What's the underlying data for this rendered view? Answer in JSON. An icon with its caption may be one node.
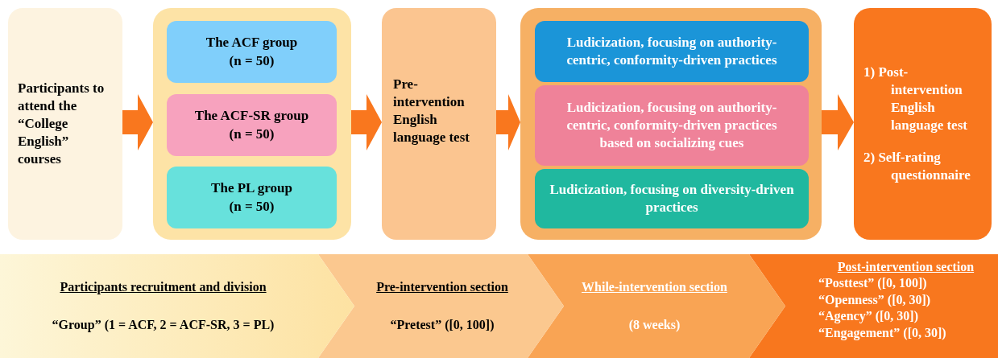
{
  "diagram": {
    "nodes": [
      {
        "text": [
          "Participants to attend the “College English” courses"
        ]
      },
      {
        "text": [],
        "shape": "box"
      },
      {
        "text": [
          "The ACF group",
          "(n = 50)"
        ],
        "in": 1
      },
      {
        "text": [
          "The ACF-SR group",
          "(n = 50)"
        ],
        "in": 1
      },
      {
        "text": [
          "The PL group",
          "(n = 50)"
        ],
        "in": 1
      },
      {
        "text": [
          "Pre-intervention English language test"
        ]
      },
      {
        "text": [],
        "shape": "box"
      },
      {
        "text": [
          "Ludicization, focusing on authority-centric, conformity-driven practices"
        ],
        "in": 6
      },
      {
        "text": [
          "Ludicization, focusing on authority-centric, conformity-driven practices based on socializing cues"
        ],
        "in": 6
      },
      {
        "text": [
          "Ludicization, focusing on diversity-driven practices"
        ],
        "in": 6
      },
      {
        "text": [
          "1) Post-intervention English language test",
          "2) Self-rating questionnaire"
        ]
      },
      {
        "text": [
          "Participants recruitment and division",
          "“Group” (1 = ACF, 2 = ACF-SR, 3 = PL)"
        ]
      },
      {
        "text": [
          "Pre-intervention section",
          "“Pretest” ([0, 100])"
        ]
      },
      {
        "text": [
          "While-intervention section",
          "(8 weeks)"
        ]
      },
      {
        "text": [
          "Post-intervention section",
          "“Posttest” ([0, 100])",
          "“Openness” ([0, 30])",
          "“Agency” ([0, 30])",
          "“Engagement” ([0, 30])"
        ]
      }
    ],
    "edges": [
      {
        "from": 0,
        "to": 1,
        "arrow": "to",
        "style": "thick"
      },
      {
        "from": 1,
        "to": 5,
        "arrow": "to",
        "style": "thick"
      },
      {
        "from": 5,
        "to": 6,
        "arrow": "to",
        "style": "thick"
      },
      {
        "from": 6,
        "to": 10,
        "arrow": "to",
        "style": "thick"
      }
    ]
  }
}
